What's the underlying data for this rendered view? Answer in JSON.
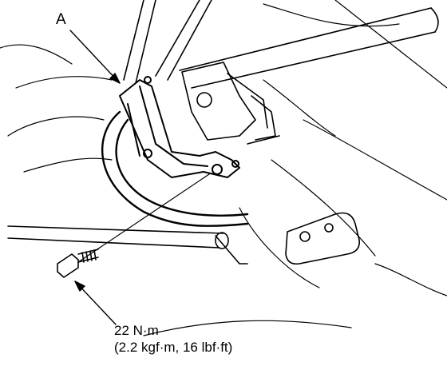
{
  "labels": {
    "part_a": "A",
    "torque_si": "22 N·m",
    "torque_alt": "(2.2 kgf·m, 16 lbf·ft)"
  },
  "colors": {
    "line": "#000000",
    "background": "#ffffff"
  },
  "icons": {
    "bolt": "bolt-icon",
    "bracket": "mounting-bracket"
  }
}
